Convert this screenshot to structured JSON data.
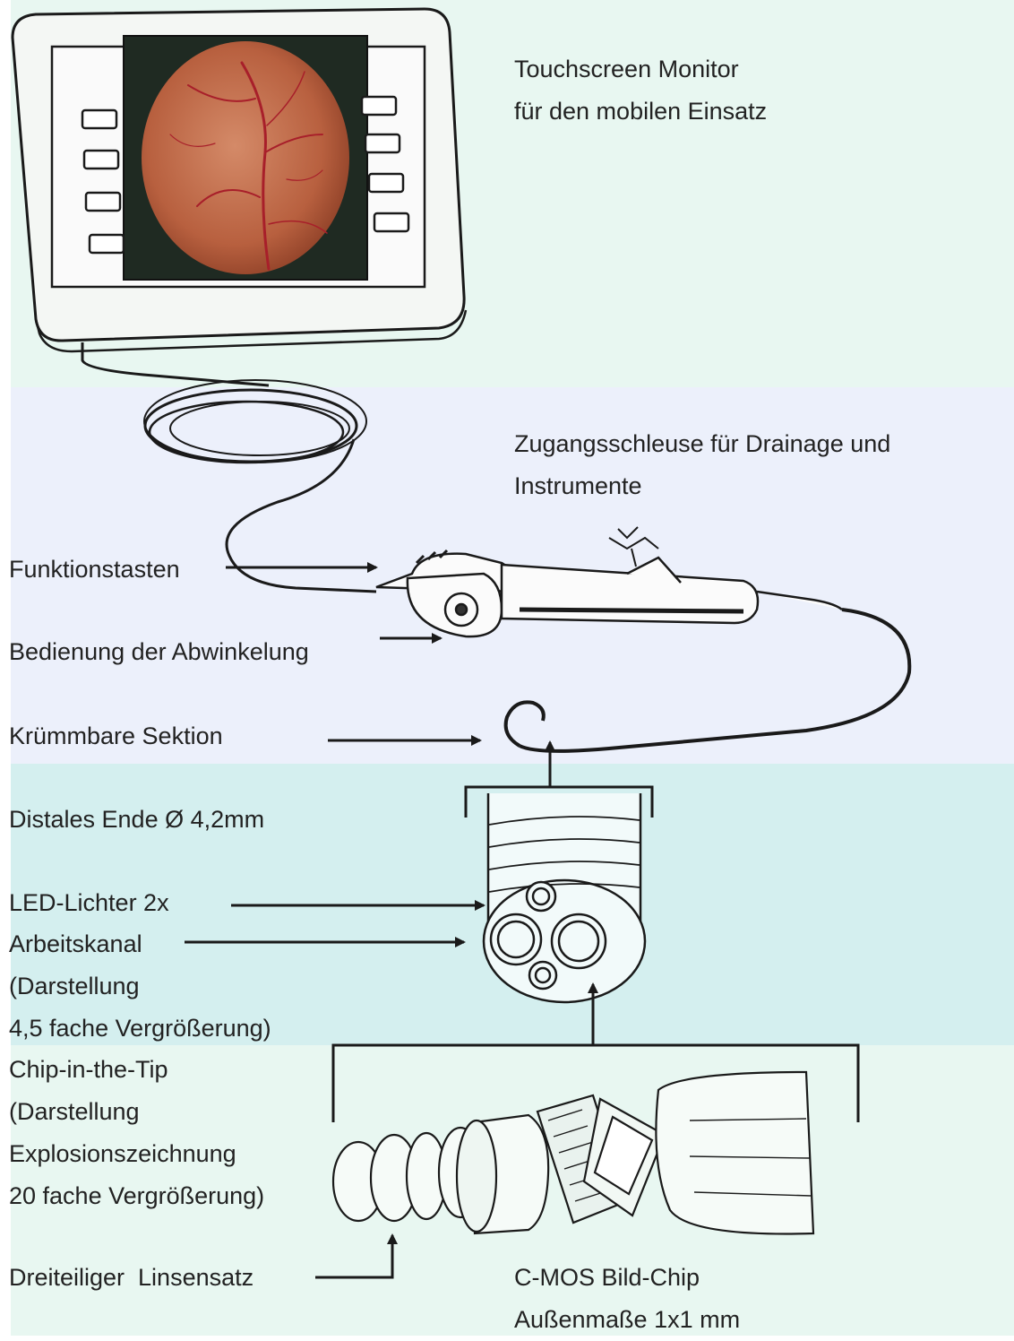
{
  "monitor_label": [
    "Touchscreen Monitor",
    "für den mobilen Einsatz"
  ],
  "port_label": [
    "Zugangsschleuse für Drainage und",
    "Instrumente"
  ],
  "function_keys_label": "Funktionstasten",
  "angulation_label": "Bedienung der Abwinkelung",
  "bendable_section_label": "Krümmbare Sektion",
  "distal_end_label": "Distales Ende Ø 4,2mm",
  "led_label": "LED-Lichter 2x",
  "channel_label": [
    "Arbeitskanal",
    "(Darstellung",
    "4,5 fache Vergrößerung)"
  ],
  "chip_label": [
    "Chip-in-the-Tip",
    "(Darstellung",
    "Explosionszeichnung",
    "20 fache Vergrößerung)"
  ],
  "lens_label": "Dreiteiliger  Linsensatz",
  "cmos_label": [
    "C-MOS Bild-Chip",
    "Außenmaße 1x1 mm"
  ],
  "colors": {
    "band_top": "#e8f7f1",
    "band_mid": "#ecf0fb",
    "band_tip": "#d4efef",
    "retina": "#c06a4a",
    "vessel": "#a81f2a",
    "line": "#1a1a1a"
  }
}
